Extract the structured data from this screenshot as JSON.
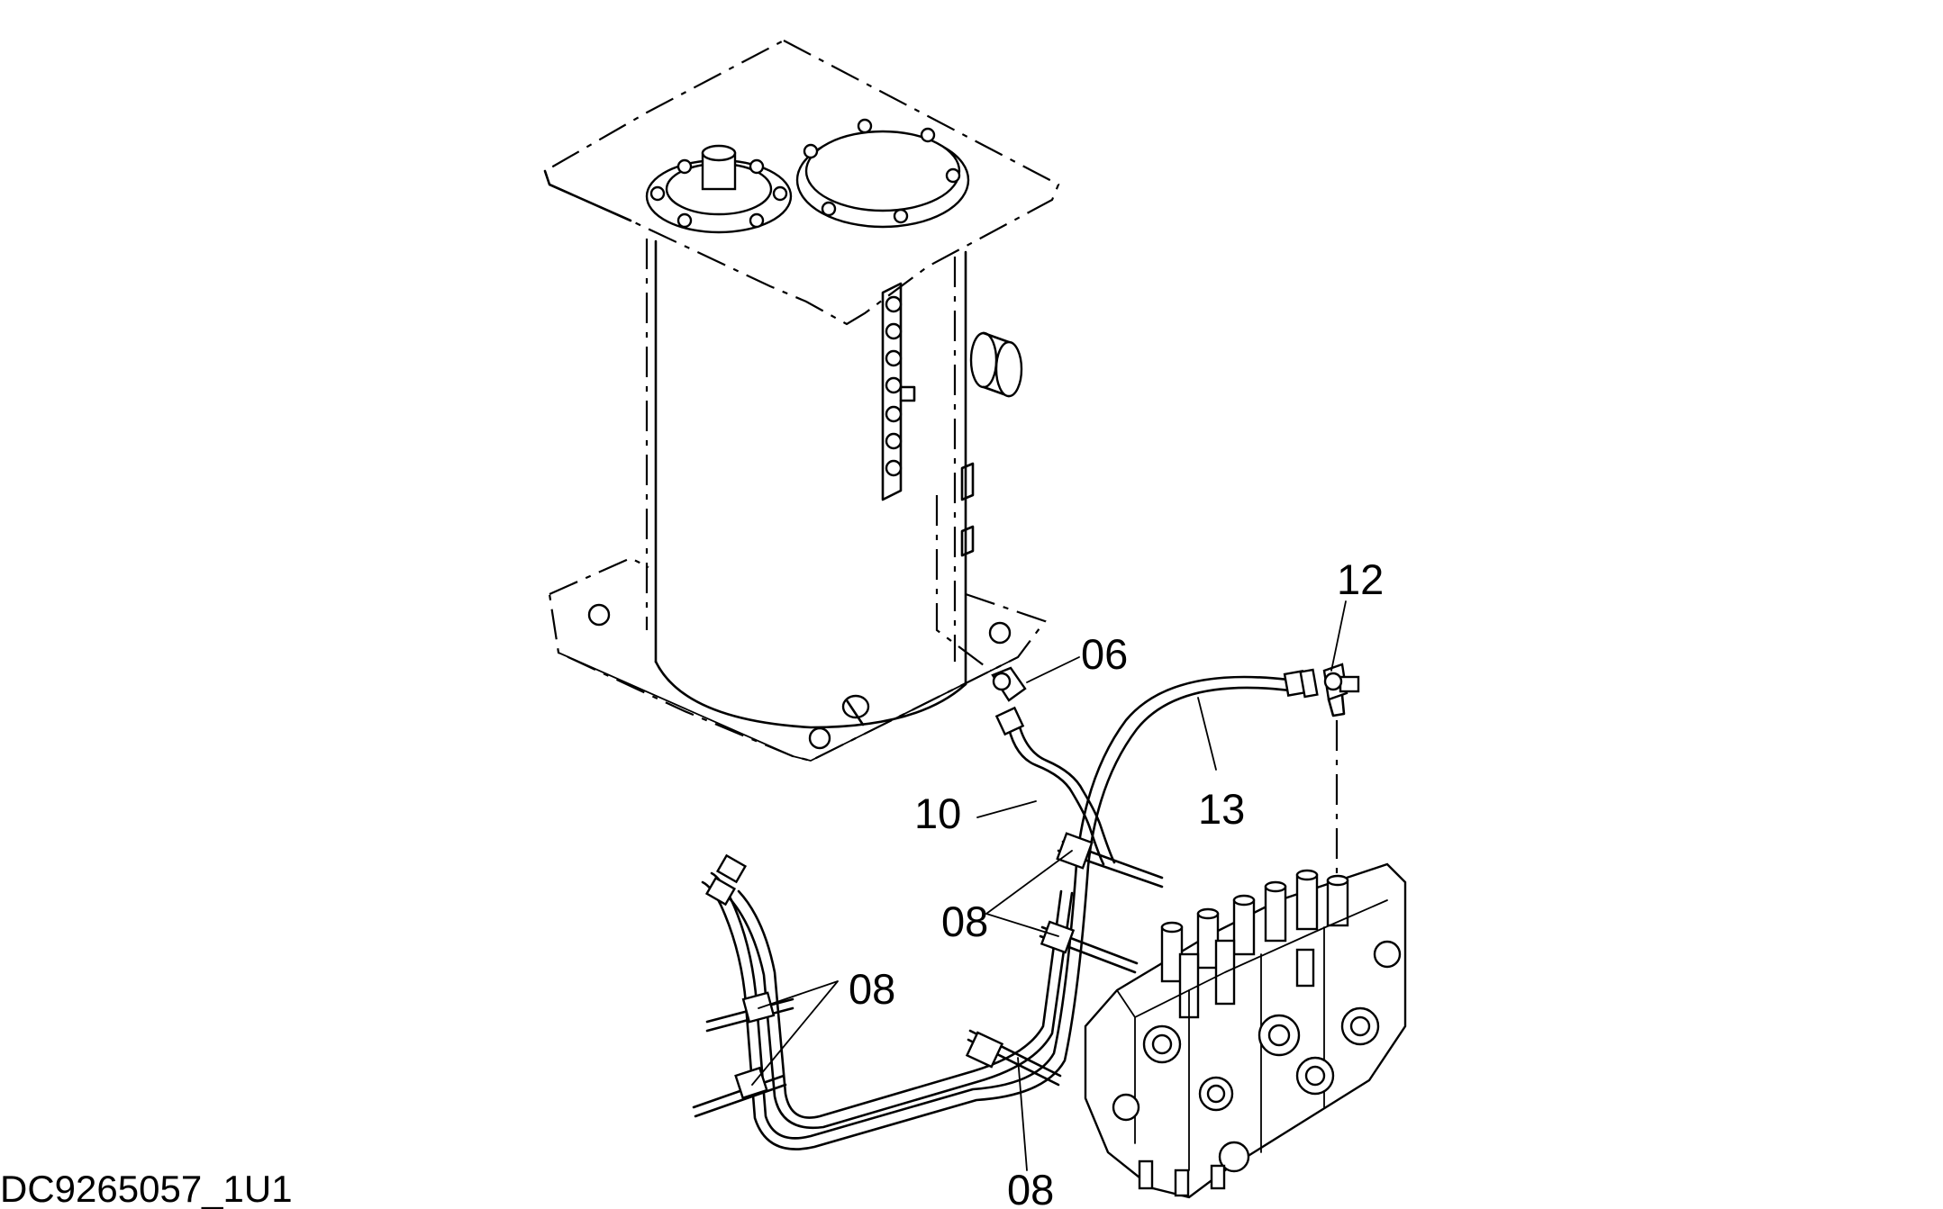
{
  "drawing_id": "DC9265057_1U1",
  "callouts": [
    {
      "id": "c06",
      "text": "06"
    },
    {
      "id": "c10",
      "text": "10"
    },
    {
      "id": "c12",
      "text": "12"
    },
    {
      "id": "c13",
      "text": "13"
    },
    {
      "id": "c08a",
      "text": "08"
    },
    {
      "id": "c08b",
      "text": "08"
    },
    {
      "id": "c08c",
      "text": "08"
    }
  ],
  "colors": {
    "line": "#000000",
    "background": "#ffffff"
  }
}
